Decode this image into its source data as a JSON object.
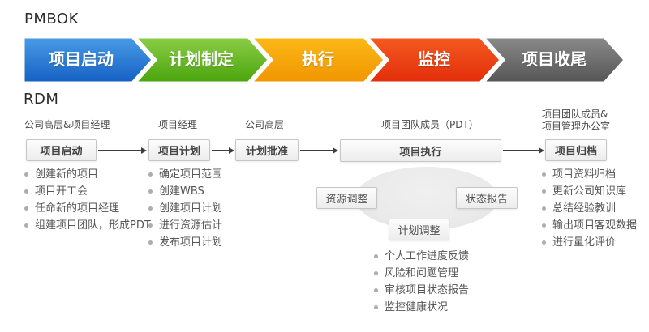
{
  "pmbok": {
    "label": "PMBOK",
    "stages": [
      {
        "label": "项目启动",
        "color_top": "#4a9ce6",
        "color_bottom": "#1460c4"
      },
      {
        "label": "计划制定",
        "color_top": "#8bce47",
        "color_bottom": "#4aa40c"
      },
      {
        "label": "执行",
        "color_top": "#fcb918",
        "color_bottom": "#f09500"
      },
      {
        "label": "监控",
        "color_top": "#f45a20",
        "color_bottom": "#e22d0a"
      },
      {
        "label": "项目收尾",
        "color_top": "#8a8a8a",
        "color_bottom": "#555555"
      }
    ]
  },
  "rdm": {
    "label": "RDM",
    "columns": [
      {
        "role": "公司高层&项目经理",
        "box": "项目启动",
        "bullets": [
          "创建新的项目",
          "项目开工会",
          "任命新的项目经理",
          "组建项目团队，形成PDT"
        ]
      },
      {
        "role": "项目经理",
        "box": "项目计划",
        "bullets": [
          "确定项目范围",
          "创建WBS",
          "创建项目计划",
          "进行资源估计",
          "发布项目计划"
        ]
      },
      {
        "role": "公司高层",
        "box": "计划批准",
        "bullets": []
      },
      {
        "role": "项目团队成员（PDT）",
        "box": "项目执行",
        "bullets": []
      },
      {
        "role_line1": "项目团队成员&",
        "role_line2": "项目管理办公室",
        "box": "项目归档",
        "bullets": [
          "项目资料归档",
          "更新公司知识库",
          "总结经验教训",
          "输出项目客观数据",
          "进行量化评价"
        ]
      }
    ],
    "execution_loop": {
      "resource_box": "资源调整",
      "status_box": "状态报告",
      "plan_box": "计划调整",
      "bullets": [
        "个人工作进度反馈",
        "风险和问题管理",
        "审核项目状态报告",
        "监控健康状况"
      ]
    }
  }
}
